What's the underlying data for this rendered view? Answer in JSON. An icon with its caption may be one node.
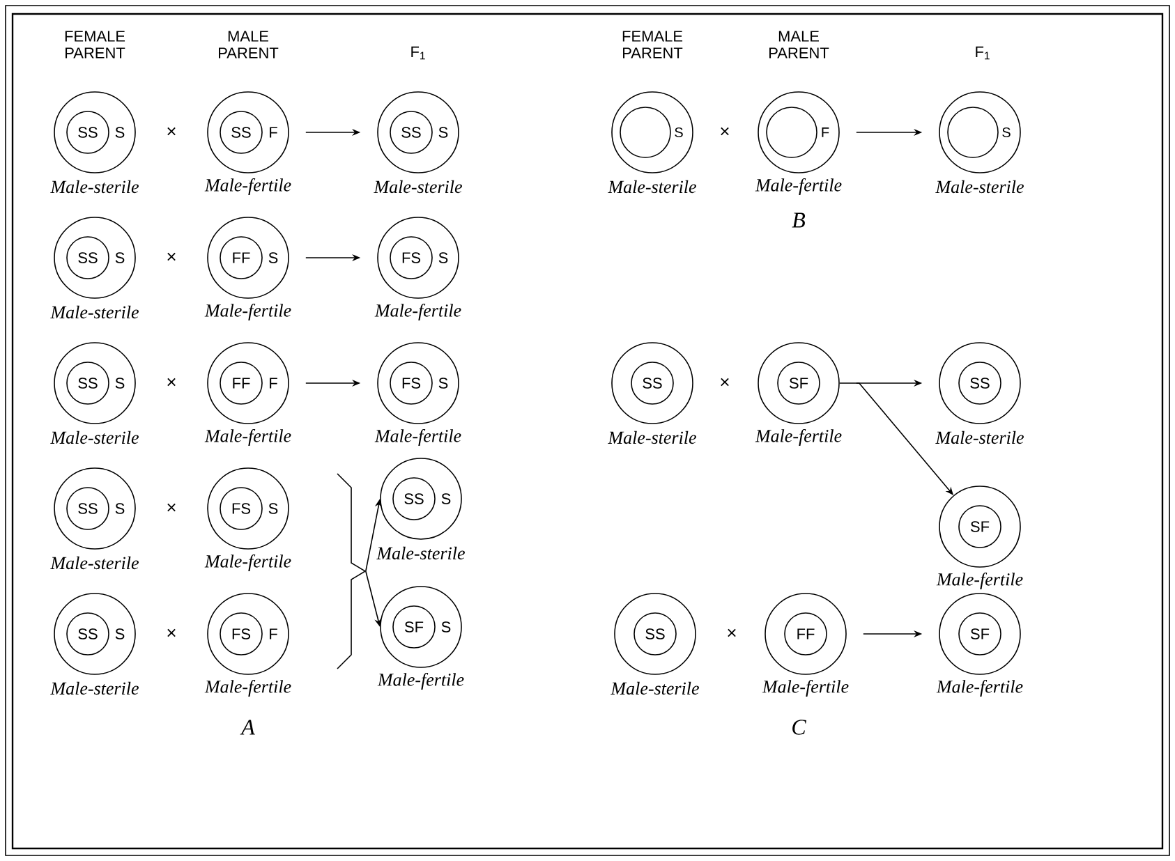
{
  "diagram": {
    "nodes": [
      {
        "text": [
          "SS",
          "S"
        ],
        "beside": [
          "Male-sterile"
        ]
      },
      {
        "text": [
          "SS",
          "F"
        ],
        "beside": [
          "Male-fertile"
        ]
      },
      {
        "text": [
          "SS",
          "S"
        ],
        "beside": [
          "Male-sterile"
        ]
      },
      {
        "text": [
          "S"
        ],
        "beside": [
          "Male-sterile"
        ]
      },
      {
        "text": [
          "F"
        ],
        "beside": [
          "Male-fertile"
        ]
      },
      {
        "text": [
          "S"
        ],
        "beside": [
          "Male-sterile"
        ]
      },
      {
        "text": [
          "SS",
          "S"
        ],
        "beside": [
          "Male-sterile"
        ]
      },
      {
        "text": [
          "FF",
          "S"
        ],
        "beside": [
          "Male-fertile"
        ]
      },
      {
        "text": [
          "FS",
          "S"
        ],
        "beside": [
          "Male-fertile"
        ]
      },
      {
        "text": [
          "SS",
          "S"
        ],
        "beside": [
          "Male-sterile"
        ]
      },
      {
        "text": [
          "FF",
          "F"
        ],
        "beside": [
          "Male-fertile"
        ]
      },
      {
        "text": [
          "FS",
          "S"
        ],
        "beside": [
          "Male-fertile"
        ]
      },
      {
        "text": [
          "SS"
        ],
        "beside": [
          "Male-sterile"
        ]
      },
      {
        "text": [
          "SF"
        ],
        "beside": [
          "Male-fertile"
        ]
      },
      {
        "text": [
          "SS"
        ],
        "beside": [
          "Male-sterile"
        ]
      },
      {
        "text": [
          "SS",
          "S"
        ],
        "beside": [
          "Male-sterile"
        ]
      },
      {
        "text": [
          "FS",
          "S"
        ],
        "beside": [
          "Male-fertile"
        ]
      },
      {
        "text": [],
        "shape": "bracket"
      },
      {
        "text": [
          "SS",
          "S"
        ],
        "beside": [
          "Male-sterile"
        ]
      },
      {
        "text": [
          "SF"
        ],
        "beside": [
          "Male-fertile"
        ]
      },
      {
        "text": [
          "SS",
          "S"
        ],
        "beside": [
          "Male-sterile"
        ]
      },
      {
        "text": [
          "FS",
          "F"
        ],
        "beside": [
          "Male-fertile"
        ]
      },
      {
        "text": [
          "SF",
          "S"
        ],
        "beside": [
          "Male-fertile"
        ]
      },
      {
        "text": [
          "SS"
        ],
        "beside": [
          "Male-sterile"
        ]
      },
      {
        "text": [
          "FF"
        ],
        "beside": [
          "Male-fertile"
        ]
      },
      {
        "text": [
          "SF"
        ],
        "beside": [
          "Male-fertile"
        ]
      }
    ],
    "edges": [
      {
        "from": 1,
        "to": 2,
        "arrow": "to"
      },
      {
        "from": 4,
        "to": 5,
        "arrow": "to"
      },
      {
        "from": 7,
        "to": 8,
        "arrow": "to"
      },
      {
        "from": 10,
        "to": 11,
        "arrow": "to"
      },
      {
        "from": 13,
        "to": 14,
        "arrow": "to"
      },
      {
        "from": 13,
        "to": 19,
        "arrow": "to"
      },
      {
        "from": 17,
        "to": 18,
        "arrow": "to"
      },
      {
        "from": 17,
        "to": 22,
        "arrow": "to"
      },
      {
        "from": 24,
        "to": 25,
        "arrow": "to"
      }
    ],
    "labels": [
      "FEMALE PARENT",
      "MALE PARENT",
      "F$_{1}$",
      "FEMALE PARENT",
      "MALE PARENT",
      "F$_{1}$",
      "×",
      "×",
      "B",
      "×",
      "×",
      "×",
      "×",
      "×",
      "×",
      "A",
      "C"
    ]
  }
}
